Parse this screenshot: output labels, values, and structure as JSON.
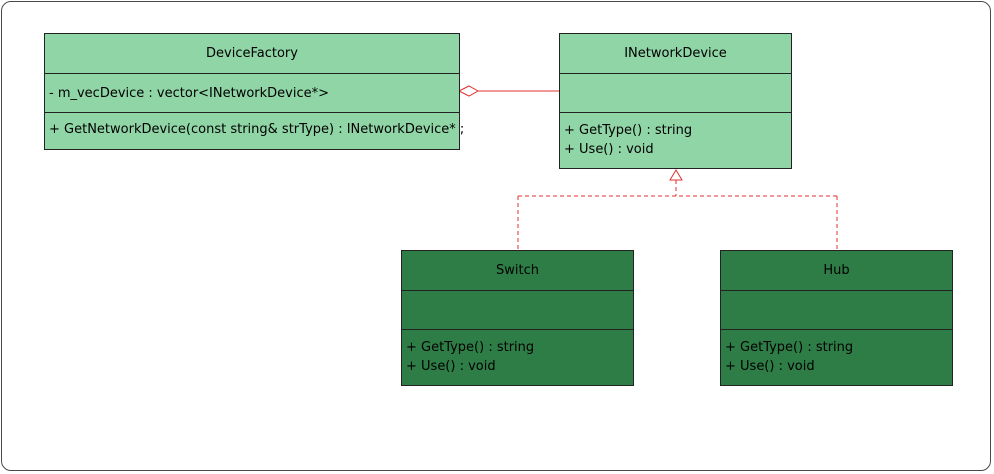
{
  "colors": {
    "interface_fill": "#8fd5a6",
    "concrete_fill": "#2e7d46",
    "aggregation_line": "#e03030",
    "realization_line": "#e03030"
  },
  "classes": {
    "device_factory": {
      "name": "DeviceFactory",
      "attributes": [
        "-  m_vecDevice : vector<INetworkDevice*>"
      ],
      "operations": [
        "+ GetNetworkDevice(const string& strType) : INetworkDevice* ;"
      ]
    },
    "inetwork_device": {
      "name": "INetworkDevice",
      "attributes": [],
      "operations": [
        "+ GetType() : string",
        "+ Use() : void"
      ]
    },
    "switch": {
      "name": "Switch",
      "attributes": [],
      "operations": [
        "+ GetType() : string",
        "+ Use() : void"
      ]
    },
    "hub": {
      "name": "Hub",
      "attributes": [],
      "operations": [
        "+ GetType() : string",
        "+ Use() : void"
      ]
    }
  },
  "relations": [
    {
      "type": "aggregation",
      "from": "device_factory",
      "to": "inetwork_device"
    },
    {
      "type": "realization",
      "from": "switch",
      "to": "inetwork_device"
    },
    {
      "type": "realization",
      "from": "hub",
      "to": "inetwork_device"
    }
  ]
}
